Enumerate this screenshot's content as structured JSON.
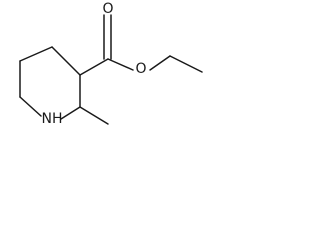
{
  "molecule": {
    "atoms": {
      "carbonyl_oxygen": "O",
      "ester_oxygen": "O",
      "ring_nitrogen": "NH"
    }
  }
}
